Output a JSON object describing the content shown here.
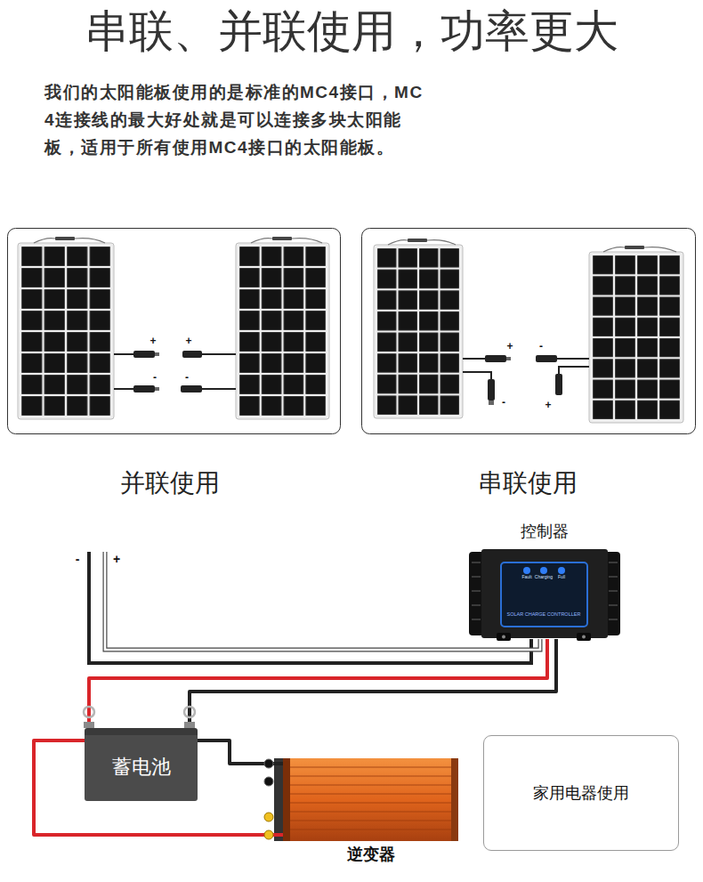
{
  "diagram": {
    "title": "串联、并联使用，功率更大",
    "nodes": [
      {
        "text": [
          "控制器",
          "Fault",
          "Charging",
          "Full",
          "SOLAR CHARGE CONTROLLER"
        ]
      },
      {
        "text": [
          "蓄电池"
        ]
      },
      {
        "text": [
          "家用电器使用"
        ]
      },
      {
        "text": [
          "逆变器"
        ]
      }
    ],
    "edges": [
      {
        "from": 0,
        "to": 1,
        "arrow": "none"
      },
      {
        "from": 0,
        "to": 1,
        "arrow": "none"
      },
      {
        "from": 1,
        "to": 3,
        "arrow": "none"
      },
      {
        "from": 1,
        "to": 3,
        "arrow": "none"
      }
    ],
    "labels": [
      "我们的太阳能板使用的是标准的MC4接口，MC4连接线的最大好处就是可以连接多块太阳能板，适用于所有使用MC4接口的太阳能板。",
      "+",
      "+",
      "-",
      "-",
      "+",
      "-",
      "-",
      "+",
      "并联使用",
      "串联使用",
      "-",
      "+",
      "+",
      "-"
    ]
  }
}
